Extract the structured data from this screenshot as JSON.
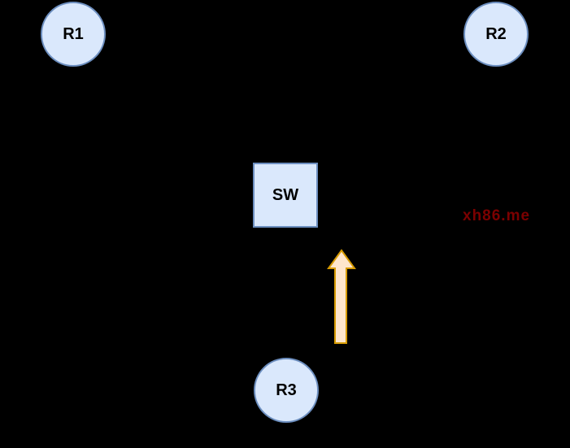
{
  "diagram": {
    "type": "network-topology",
    "background": "#000000",
    "colors": {
      "background": "#000000",
      "node_fill": "#dae8fc",
      "node_border": "#6c8ebf",
      "node_text": "#000000",
      "arrow_fill": "#ffe6cc",
      "arrow_border": "#d79b00",
      "watermark_color": "#7b0000"
    },
    "nodes": {
      "r1": {
        "label": "R1",
        "shape": "circle",
        "position": "top-left"
      },
      "r2": {
        "label": "R2",
        "shape": "circle",
        "position": "top-right"
      },
      "sw": {
        "label": "SW",
        "shape": "square",
        "position": "center"
      },
      "r3": {
        "label": "R3",
        "shape": "circle",
        "position": "bottom-center"
      }
    },
    "arrow": {
      "name": "up-arrow",
      "direction": "up",
      "description": "block arrow pointing up toward SW from near R3"
    },
    "watermark": {
      "text": "xh86.me"
    }
  }
}
